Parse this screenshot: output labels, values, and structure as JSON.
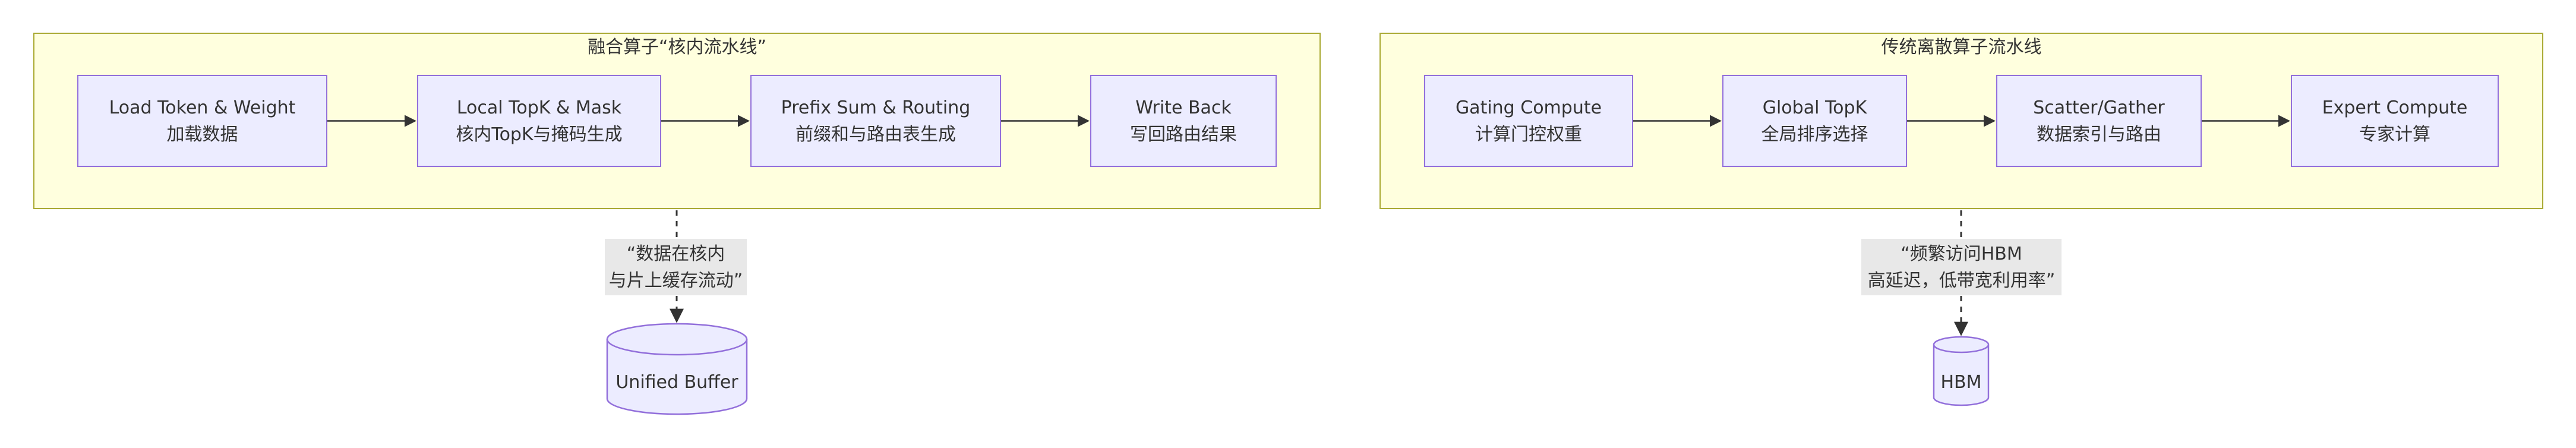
{
  "diagram": {
    "left_pipeline": {
      "title": "融合算子“核内流水线”",
      "nodes": [
        {
          "line1": "Load Token & Weight",
          "line2": "加载数据"
        },
        {
          "line1": "Local TopK & Mask",
          "line2": "核内TopK与掩码生成"
        },
        {
          "line1": "Prefix Sum & Routing",
          "line2": "前缀和与路由表生成"
        },
        {
          "line1": "Write Back",
          "line2": "写回路由结果"
        }
      ],
      "edge_note": {
        "line1": "“数据在核内",
        "line2": "与片上缓存流动”"
      },
      "store": {
        "label": "Unified Buffer"
      }
    },
    "right_pipeline": {
      "title": "传统离散算子流水线",
      "nodes": [
        {
          "line1": "Gating Compute",
          "line2": "计算门控权重"
        },
        {
          "line1": "Global TopK",
          "line2": "全局排序选择"
        },
        {
          "line1": "Scatter/Gather",
          "line2": "数据索引与路由"
        },
        {
          "line1": "Expert Compute",
          "line2": "专家计算"
        }
      ],
      "edge_note": {
        "line1": "“频繁访问HBM",
        "line2": "高延迟，低带宽利用率”"
      },
      "store": {
        "label": "HBM"
      }
    },
    "colors": {
      "node_fill": "#ECECFF",
      "node_border": "#9370DB",
      "subgraph_fill": "#FFFFDE",
      "subgraph_border": "#AAAA33",
      "edge_label_bg": "#E8E8E8",
      "arrow": "#333333",
      "text": "#333333"
    }
  }
}
